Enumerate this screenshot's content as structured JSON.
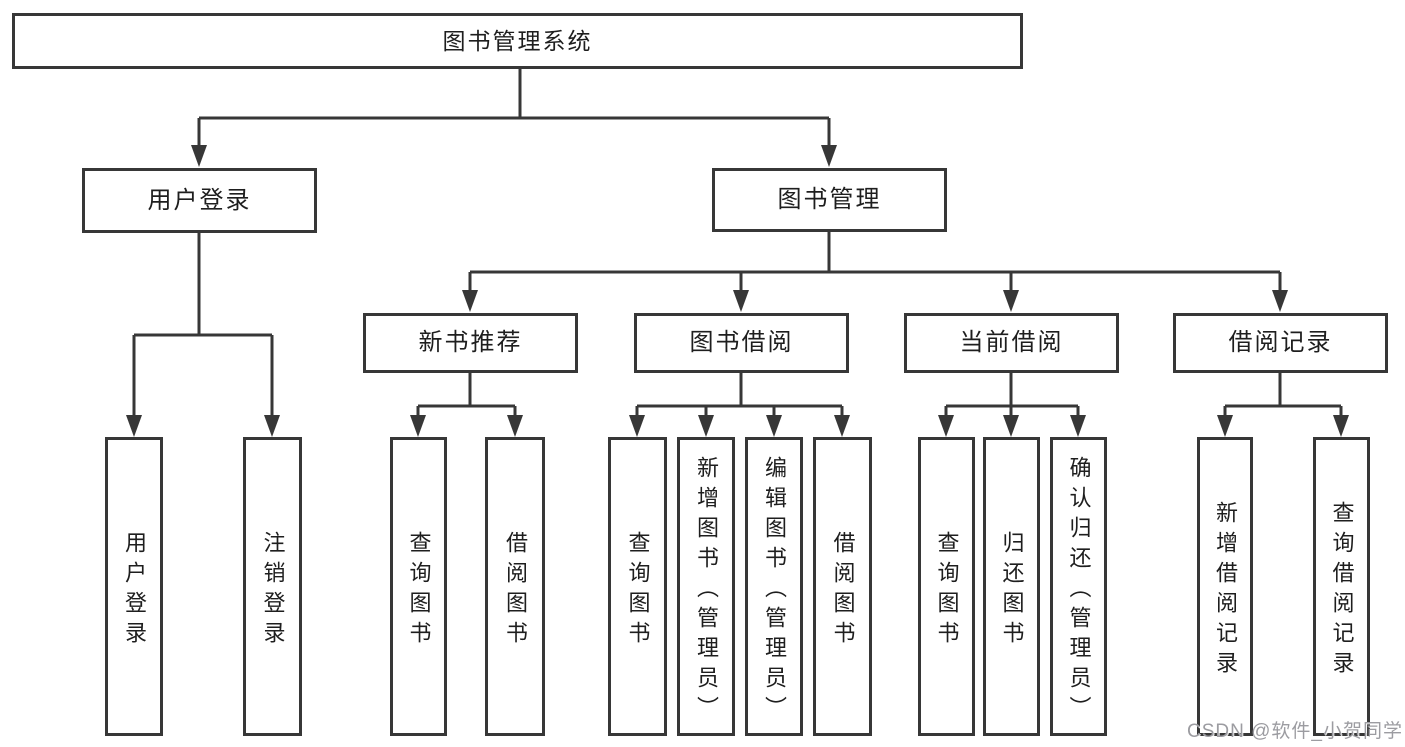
{
  "diagram_title": "图书管理系统",
  "tree": {
    "label": "图书管理系统",
    "children": [
      {
        "label": "用户登录",
        "children": [
          {
            "label": "用户登录"
          },
          {
            "label": "注销登录"
          }
        ]
      },
      {
        "label": "图书管理",
        "children": [
          {
            "label": "新书推荐",
            "children": [
              {
                "label": "查询图书"
              },
              {
                "label": "借阅图书"
              }
            ]
          },
          {
            "label": "图书借阅",
            "children": [
              {
                "label": "查询图书"
              },
              {
                "label": "新增图书（管理员）"
              },
              {
                "label": "编辑图书（管理员）"
              },
              {
                "label": "借阅图书"
              }
            ]
          },
          {
            "label": "当前借阅",
            "children": [
              {
                "label": "查询图书"
              },
              {
                "label": "归还图书"
              },
              {
                "label": "确认归还（管理员）"
              }
            ]
          },
          {
            "label": "借阅记录",
            "children": [
              {
                "label": "新增借阅记录"
              },
              {
                "label": "查询借阅记录"
              }
            ]
          }
        ]
      }
    ]
  },
  "watermark": "CSDN @软件_小贺同学",
  "colors": {
    "line": "#373737",
    "text": "#1e1e1e",
    "watermark": "#9c9ca1",
    "background": "#ffffff"
  }
}
